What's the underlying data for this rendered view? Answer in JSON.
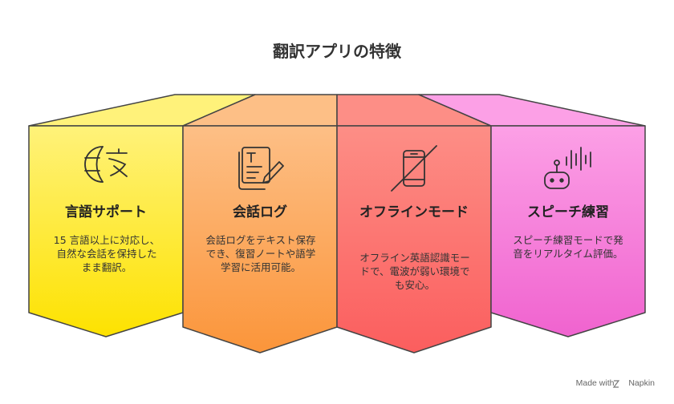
{
  "title": "翻訳アプリの特徴",
  "panels": [
    {
      "title": "言語サポート",
      "desc": "15 言語以上に対応し、自然な会話を保持したまま翻訳。",
      "icon": "globe-language-icon",
      "color": "#fde64a"
    },
    {
      "title": "会話ログ",
      "desc": "会話ログをテキスト保存でき、復習ノートや語学学習に活用可能。",
      "icon": "text-document-pen-icon",
      "color": "#fba463"
    },
    {
      "title": "オフラインモード",
      "desc": "オフライン英語認識モードで、電波が弱い環境でも安心。",
      "icon": "no-signal-phone-icon",
      "color": "#fb7672"
    },
    {
      "title": "スピーチ練習",
      "desc": "スピーチ練習モードで発音をリアルタイム評価。",
      "icon": "robot-voice-icon",
      "color": "#f482d8"
    }
  ],
  "footer": {
    "made_with": "Made with",
    "brand": "Napkin"
  }
}
